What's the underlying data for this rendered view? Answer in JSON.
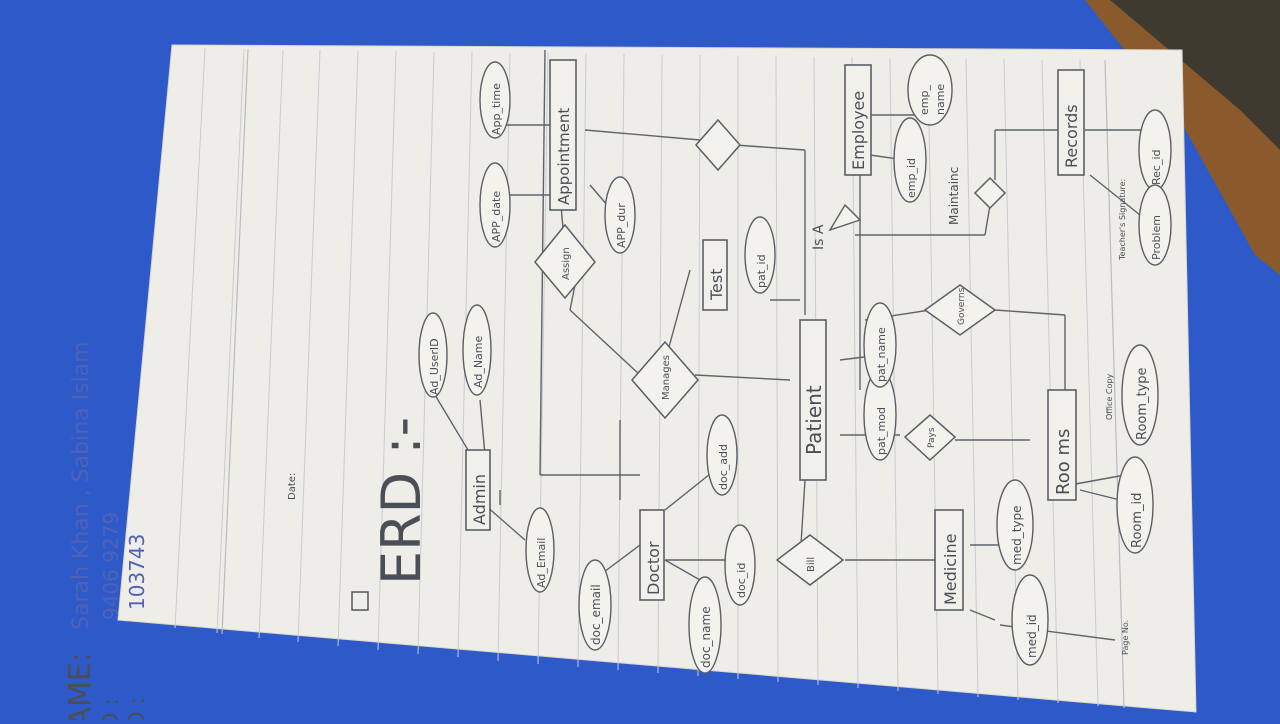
{
  "sheet": {
    "header": {
      "date_label": "Date:",
      "name_label": "NAME:",
      "sid_label": "SID :",
      "cid_label": "CID :",
      "names": "Sarah Khan , Sabina Islam",
      "sid_values": "9406          9279",
      "cid_value": "103743"
    },
    "title": "ERD :-",
    "entities": {
      "admin": "Admin",
      "doctor": "Doctor",
      "patient": "Patient",
      "test": "Test",
      "appointment": "Appointment",
      "employee": "Employee",
      "records": "Records",
      "rooms": "Roo ms",
      "medicine": "Medicine"
    },
    "attributes": {
      "ad_userid": "Ad_UserID",
      "ad_name": "Ad_Name",
      "ad_email": "Ad_Email",
      "app_time": "App_time",
      "app_date": "APP_date",
      "app_dur": "APP_dur",
      "doc_email": "doc_email",
      "doc_add": "doc_add",
      "doc_id": "doc_id",
      "doc_name": "doc_name",
      "pat_id": "pat_id",
      "pat_mod": "pat_mod",
      "pat_name": "pat_name",
      "emp_id": "emp_id",
      "emp_name_1": "emp_",
      "emp_name_2": "name",
      "rec_id": "Rec_id",
      "problem": "Problem",
      "room_id": "Room_id",
      "room_type": "Room_type",
      "med_id": "med_id",
      "med_type": "med_type"
    },
    "relationships": {
      "assign": "Assign",
      "manages": "Manages",
      "bill": "Bill",
      "pays": "Pays",
      "governs": "Governs",
      "maintains": "Maintainc",
      "is_a": "Is A"
    },
    "footer": {
      "page_no": "Page No.",
      "teacher_signature": "Teacher's Signature:",
      "office_copy": "Office Copy"
    }
  }
}
